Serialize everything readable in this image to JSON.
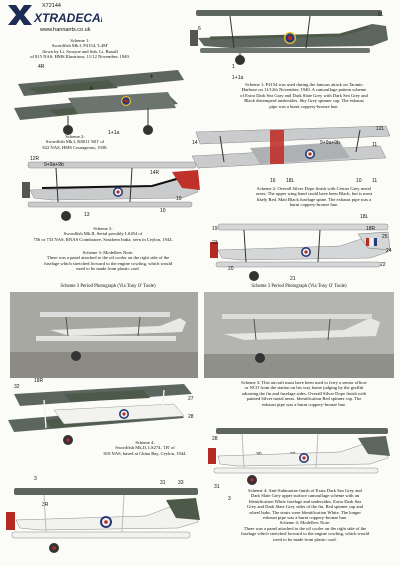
{
  "header": {
    "brand": "XTRADECAL",
    "code": "X72144",
    "url": "www.hannants.co.uk"
  },
  "captions": {
    "s1_left": [
      "Scheme 1:",
      "Swordfish Mk.I, P4154, 'L4M'",
      "flown by Lt. Swayne and Sub. Lt. Buxall",
      "of 815 NAS, HMS Illustrious, 11/12 November, 1940."
    ],
    "s1_right": [
      "Scheme 1: P4154 was used during the famous attack on Taranto",
      "Harbour on 11/12th November, 1940. A camouflage pattern scheme",
      "of Extra Dark Sea Gray and Dark Slate Grey with Dark Sea Grey and",
      "Black distemperd undersides. Sky Grey spinner cap. The exhaust",
      "pipe was a burnt coppery-bronze hue."
    ],
    "s2_left": [
      "Scheme 2:",
      "Swordfish Mk.I, K8011 '601' of",
      "822 NAS, HMS Courageous, 1938."
    ],
    "s2_right": [
      "Scheme 2: Overall Silver Dope finish with Cerrux Grey metal",
      "areas. The upper wing band could have been Black, but is most",
      "likely Red. Matt Black fuselage spine. The exhaust pipe was a",
      "burnt coppery-bronze hue."
    ],
    "s3_left": [
      "Scheme 3:",
      "Swordfish Mk.II, Serial possibly LS454 of",
      "756 or 733 NAS, RNAS Coimbatore, Southern India, seen in Ceylon, 1944."
    ],
    "s3_notes": [
      "Scheme 3: Modellers Note:",
      "There was a panel attached to the oil cooler on the right side of the",
      "fuselage which stretched forward to the engine cowling, which would",
      "need to be made from plastic card."
    ],
    "photo_left_title": "Scheme 3 Period Photograph (Via Tony O' Toole)",
    "photo_right_title": "Scheme 3 Period Photograph (Via Tony O' Toole)",
    "s3_right": [
      "Scheme 3: This aircraft must have been used to ferry a senior officer",
      "or NCO from the station on his way home judging by the graffiti",
      "adorning the fin and fuselage sides. Overall Silver Dope finish with",
      "painted Silver metal areas. Identification Red spinner cap. The",
      "exhaust pipe was a burnt coppery-bronze hue."
    ],
    "s4_left": [
      "Scheme 4:",
      "Swordfish Mk.II, LS274, '1B' of",
      "818 NAS, based at China Bay, Ceylon, 1944."
    ],
    "s4_right": [
      "Scheme 4: Anti-Submarine finish of Extra Dark Sea Grey and",
      "Dark Slate Grey upper surface camouflage scheme with an",
      "Identification White fuselage and undersides. Extra Dark Sea",
      "Grey and Dark Slate Grey sides of the fin. Red spinner cap and",
      "wheel hubs. The struts were Identification White. The longer",
      "exhaust pipe was a burnt coppery-bronze hue.",
      "Scheme 4: Modellers Note:",
      "There was a panel attached to the oil cooler on the right side of the",
      "fuselage which stretched forward to the engine cowling, which would",
      "need to be made from plastic card."
    ]
  },
  "callouts": {
    "s1": [
      "6",
      "6L",
      "4",
      "4R",
      "1",
      "1+1a",
      "1+1a",
      "6"
    ],
    "s2": [
      "12L",
      "12R",
      "9+9a+9b",
      "9+9a+9b",
      "14",
      "14R",
      "11",
      "16",
      "18L",
      "10",
      "11",
      "10",
      "10",
      "13"
    ],
    "s3": [
      "19",
      "23",
      "18L",
      "18R",
      "25",
      "24",
      "20",
      "22",
      "21"
    ],
    "s4": [
      "18R",
      "32",
      "27",
      "28",
      "28",
      "30",
      "29",
      "31",
      "26",
      "3",
      "3",
      "31",
      "33",
      "3R"
    ]
  },
  "colors": {
    "extra_dark_sea_grey": "#5d6560",
    "dark_slate_grey": "#4d5a49",
    "silver": "#c9cbcd",
    "sky_grey": "#c4c8c3",
    "roundel_blue": "#2a3a78",
    "roundel_red": "#b52b24",
    "roundel_yellow": "#e4bf2e",
    "white": "#f2f2ee",
    "red_band": "#c0312a"
  }
}
